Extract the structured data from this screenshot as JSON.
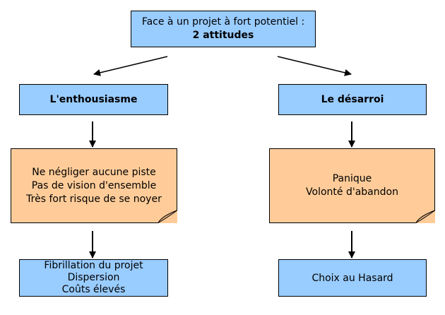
{
  "colors": {
    "box_fill": "#99ccff",
    "note_fill": "#ffcc99",
    "stroke": "#000000"
  },
  "top": {
    "line1": "Face à un projet à fort potentiel :",
    "line2": "2 attitudes"
  },
  "left": {
    "heading": "L'enthousiasme",
    "note_lines": [
      "Ne négliger aucune piste",
      "Pas de vision d'ensemble",
      "Très fort risque de se noyer"
    ],
    "result_lines": [
      "Fibrillation du projet",
      "Dispersion",
      "Coûts élevés"
    ]
  },
  "right": {
    "heading": "Le désarroi",
    "note_lines": [
      "Panique",
      "Volonté d'abandon"
    ],
    "result_lines": [
      "Choix au Hasard"
    ]
  }
}
